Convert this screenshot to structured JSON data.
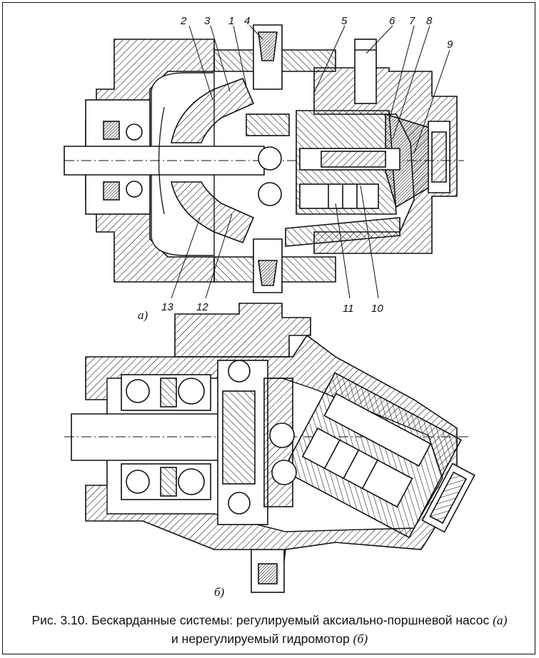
{
  "figure_a": {
    "sublabel": "а)",
    "callouts": [
      "1",
      "2",
      "3",
      "4",
      "5",
      "6",
      "7",
      "8",
      "9",
      "10",
      "11",
      "12",
      "13"
    ]
  },
  "figure_b": {
    "sublabel": "б)"
  },
  "caption": {
    "line1_text": "Рис. 3.10. Бескарданные системы: регулируемый аксиально-поршневой насос",
    "line1_mark": "(а)",
    "line2_text": "и нерегулируемый гидромотор",
    "line2_mark": "(б)"
  },
  "colors": {
    "ink": "#111111",
    "paper": "#ffffff",
    "hatch_dense": "#1a1a1a"
  }
}
